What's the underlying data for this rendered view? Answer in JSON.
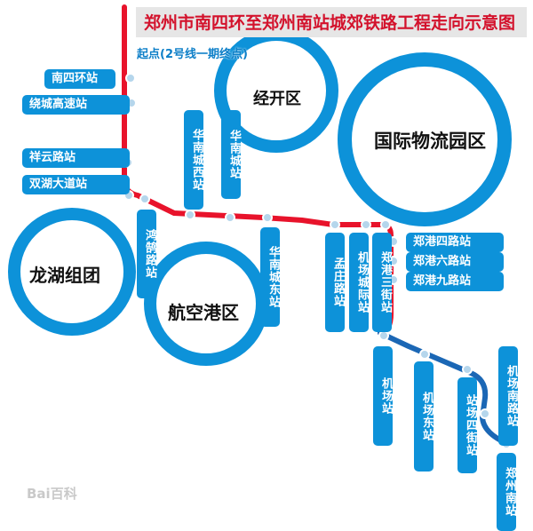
{
  "title": "郑州市南四环至郑州南站城郊铁路工程走向示意图",
  "start_label": "起点(2号线一期终点)",
  "areas": {
    "jingkai": "经开区",
    "wuliu": "国际物流园区",
    "longhu": "龙湖组团",
    "hangkong": "航空港区"
  },
  "stations_h": {
    "nansihuan": "南四环站",
    "raocheng": "绕城高速站",
    "xiangyun": "祥云路站",
    "shuanghu": "双湖大道站",
    "gang4": "郑港四路站",
    "gang6": "郑港六路站",
    "gang9": "郑港九路站"
  },
  "stations_v": {
    "huanan_xi": "华南城西站",
    "huanan": "华南城站",
    "hongge": "鸿鹄路站",
    "huanan_dong": "华南城东站",
    "mengzhuang": "孟庄路站",
    "jichang_chengji": "机场城际站",
    "gang3": "郑港三街站",
    "jichang": "机场站",
    "jichang_dong": "机场东站",
    "zhanchang4": "站场四街站",
    "jichang_nan": "机场南路站",
    "zz_nan": "郑州南站"
  },
  "watermark": "Bai百科",
  "colors": {
    "red_line": "#e8132b",
    "blue_line": "#1b67b5",
    "label_blue": "#0d92d9",
    "ring_blue": "#0d92d9",
    "title_red": "#d3122c"
  }
}
